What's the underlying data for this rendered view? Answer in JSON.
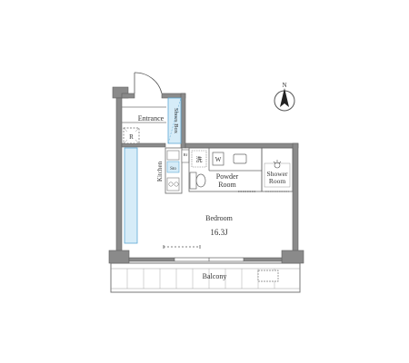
{
  "rooms": {
    "entrance": "Entrance",
    "shoes_box": "Shoes Box",
    "kitchen": "Kitchen",
    "powder_room": "Powder Room",
    "shower_room": "Shower Room",
    "bedroom": "Bedroom",
    "bedroom_area": "16.3J",
    "balcony": "Balcony"
  },
  "fixtures": {
    "refrigerator": "R",
    "washer": "W",
    "washer_pan": "洗",
    "range": "Rf",
    "storage": "Sto"
  },
  "compass": {
    "north": "N"
  },
  "colors": {
    "wall": "#6f6f6f",
    "wall_fill": "#8a8a8a",
    "storage_blue": "#d6ecf8",
    "storage_stroke": "#5da9d6",
    "line": "#555555"
  }
}
